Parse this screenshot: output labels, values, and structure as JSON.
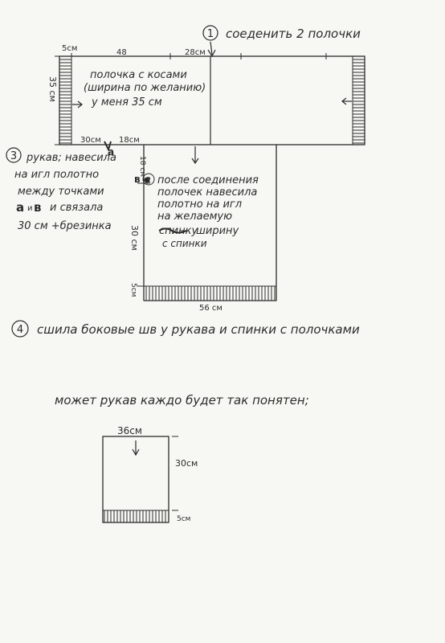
{
  "colors": {
    "ink": "#2c2c2c",
    "paper": "#f7f7f3"
  },
  "step1": {
    "num": "1",
    "text": "соеденить 2 полочки"
  },
  "top_panel": {
    "dims": {
      "w5": "5см",
      "w48": "48",
      "w28": "28см",
      "h35": "35 см",
      "w30": "30см",
      "w18": "18см"
    },
    "text": [
      "полочка с косами",
      "(ширина по желанию)",
      "у меня 35 см"
    ]
  },
  "step3": {
    "num": "3",
    "lines": [
      "рукав; навесила",
      "на игл полотно",
      "между точками",
      "и связала",
      "30 см +брезинка"
    ],
    "point_a": "а",
    "point_b": "в",
    "between": "и"
  },
  "step2": {
    "num": "2",
    "lines": [
      "после соединения",
      "полочек навесила",
      "полотно на игл",
      "на желаемую",
      "ширину",
      "с спинки"
    ],
    "struck": "спинку"
  },
  "back_panel": {
    "dims": {
      "h18": "18 см",
      "h30": "30 см",
      "h5": "5см",
      "w56": "56 см"
    }
  },
  "step4": {
    "num": "4",
    "text": "сшила боковые шв у рукава и спинки с полочками"
  },
  "note": "может рукав каждо будет так понятен;",
  "sleeve": {
    "w36": "36см",
    "h30": "30см",
    "h5": "5см"
  }
}
